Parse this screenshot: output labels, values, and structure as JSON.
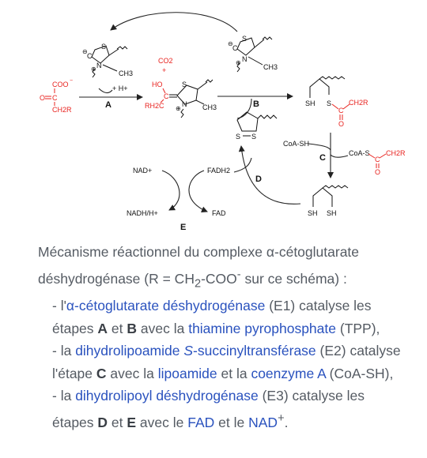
{
  "figure": {
    "step_labels": {
      "A": "A",
      "B": "B",
      "C": "C",
      "D": "D",
      "E": "E"
    },
    "reactant": {
      "carboxylate": "COO",
      "charge_minus": "−",
      "carbonyl_o": "O",
      "carbon": "C",
      "ch2r": "CH2R"
    },
    "tpp": {
      "s": "S",
      "c": "C",
      "n": "N",
      "ch3": "CH3",
      "minus": "⊖",
      "plus": "⊕"
    },
    "h_plus": "+ H+",
    "co2": "CO2",
    "co2_plus": "+",
    "intermediate": {
      "ho": "HO",
      "rh2c": "RH2C",
      "c": "C",
      "s": "S",
      "n": "N",
      "ch3": "CH3",
      "plus": "⊕"
    },
    "acyl_lipoamide": {
      "sh": "SH",
      "s": "S",
      "c": "C",
      "ch2r": "CH2R",
      "o": "O"
    },
    "lipoamide_ring": {
      "s1": "S",
      "s2": "S"
    },
    "coash": "CoA-SH",
    "succinyl_coa": {
      "coa_s": "CoA-S",
      "c": "C",
      "ch2r": "CH2R",
      "o": "O"
    },
    "dihydro": {
      "sh1": "SH",
      "sh2": "SH"
    },
    "cofactors": {
      "nad": "NAD+",
      "nadh": "NADH/H+",
      "fadh2": "FADH2",
      "fad": "FAD"
    }
  },
  "caption": {
    "intro_1": "Mécanisme réactionnel du complexe α-cétoglutarate déshydrogénase (R = CH",
    "intro_sub": "2",
    "intro_2": "-COO",
    "intro_sup": "-",
    "intro_3": " sur ce schéma) :",
    "e1": {
      "dash": "- l'",
      "link": "α-cétoglutarate déshydrogénase",
      "t1": " (E1) catalyse les étapes ",
      "b1": "A",
      "t2": " et ",
      "b2": "B",
      "t3": " avec la ",
      "link2": "thiamine pyrophosphate",
      "t4": " (TPP),"
    },
    "e2": {
      "dash": "- la ",
      "link_a": "dihydrolipoamide ",
      "link_i": "S",
      "link_b": "-succinyltransférase",
      "t1": " (E2) catalyse l'étape ",
      "b1": "C",
      "t2": " avec la ",
      "link2": "lipoamide",
      "t3": " et la ",
      "link3": "coenzyme A",
      "t4": " (CoA-SH),"
    },
    "e3": {
      "dash": "- la ",
      "link": "dihydrolipoyl déshydrogénase",
      "t1": " (E3) catalyse les étapes ",
      "b1": "D",
      "t2": " et ",
      "b2": "E",
      "t3": " avec le ",
      "link2": "FAD",
      "t4": " et le ",
      "link3": "NAD",
      "sup": "+",
      "t5": "."
    }
  }
}
